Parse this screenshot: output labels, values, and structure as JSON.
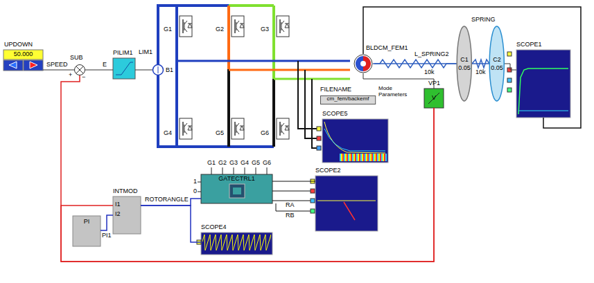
{
  "diagram": {
    "nodes": [
      {
        "text": [
          "UPDOWN",
          "50.000"
        ]
      },
      {
        "text": [
          "SUB"
        ]
      },
      {
        "text": [
          "PILIM1"
        ]
      },
      {
        "text": [
          "LIM1",
          "B1"
        ]
      },
      {
        "text": [
          "BLDCM_FEM1"
        ]
      },
      {
        "text": [
          "FILENAME",
          "cm_fem/backemf"
        ]
      },
      {
        "text": [
          "VP1",
          "V"
        ]
      },
      {
        "text": [
          "C1",
          "0.05"
        ]
      },
      {
        "text": [
          "C2",
          "0.05"
        ]
      },
      {
        "text": [
          "SCOPE1"
        ]
      },
      {
        "text": [
          "SCOPE5"
        ]
      },
      {
        "text": [
          "GATECTRL1"
        ]
      },
      {
        "text": [
          "SCOPE2"
        ]
      },
      {
        "text": [
          "INTMOD"
        ]
      },
      {
        "text": [
          "PI"
        ]
      },
      {
        "text": [
          "SCOPE4"
        ]
      }
    ],
    "edges": [
      {
        "from": 0,
        "to": 1,
        "label": "SPEED",
        "arrow": "none"
      },
      {
        "from": 1,
        "to": 2,
        "label": "E",
        "arrow": "none"
      },
      {
        "from": 2,
        "to": 3,
        "arrow": "none"
      },
      {
        "from": 4,
        "to": 7,
        "arrow": "none"
      },
      {
        "from": 7,
        "to": 8,
        "arrow": "none"
      },
      {
        "from": 8,
        "to": 9,
        "arrow": "none"
      },
      {
        "from": 4,
        "to": 6,
        "arrow": "none"
      },
      {
        "from": 6,
        "to": 1,
        "arrow": "none"
      },
      {
        "from": 6,
        "to": 13,
        "arrow": "none"
      },
      {
        "from": 14,
        "to": 13,
        "label": "PI1",
        "arrow": "none"
      },
      {
        "from": 13,
        "to": 11,
        "label": "ROTORANGLE",
        "arrow": "none"
      },
      {
        "from": 13,
        "to": 15,
        "arrow": "none"
      },
      {
        "from": 11,
        "to": 12,
        "arrow": "none"
      },
      {
        "from": 4,
        "to": 9,
        "arrow": "none"
      }
    ],
    "labels": [
      "+",
      "−",
      "L_SPRING2",
      "10k",
      "SPRING",
      "10k",
      "Mode Parameters",
      "G1",
      "G2",
      "G3",
      "G4",
      "G5",
      "G6",
      "G1",
      "G2",
      "G3",
      "G4",
      "G5",
      "G6",
      "1",
      "0",
      "RA",
      "RB",
      "I1",
      "I2"
    ]
  }
}
